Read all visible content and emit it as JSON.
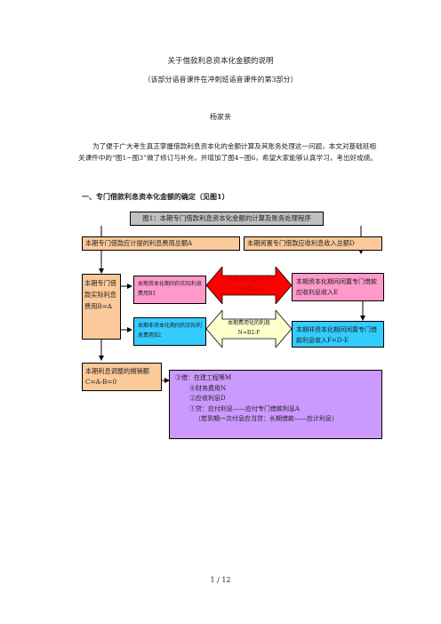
{
  "doc": {
    "title": "关于借款利息资本化金额的说明",
    "subtitle": "（该部分语音课件在冲刺班语音课件的第3部分）",
    "author": "杨家亲",
    "paragraph": "为了便于广大考生真正掌握借款利息资本化的金额计算及其账务处理这一问题，本文对基础班相关课件中的“图1~图3”做了修订与补充，并增加了图4~图6，希望大家能够认真学习，考出好成绩。",
    "section_heading": "一、专门借款利息资本化金额的确定（见图1）",
    "page_number": "1 / 12"
  },
  "diagram": {
    "header": "图1：本期专门借款利息资本化金额的计算及账务处理程序",
    "box_a": "本期专门借款应计提的利息费用总额A",
    "box_d": "本期闲置专门借款应收利息收入总额D",
    "box_left": "本期专门借款实际利息费用B=A",
    "box_b1": "本期资本化期间的实际利息费用B1",
    "box_b2": "本期非资本化期间的实际利息费用B2",
    "arrow_top_line1": "本期资本化的利息",
    "arrow_top_line2": "M=B1-E",
    "arrow_bottom_line1": "本期费用化的利息",
    "arrow_bottom_line2": "N=B2-F",
    "box_e": "本期资本化期间闲置专门借款应收利息收入E",
    "box_f": "本期非资本化期间闲置专门借款利息收入F=D-E",
    "box_c": "本期利息调整的摊销额C=A-B=0",
    "entry": {
      "l1": "③借：在建工程等M",
      "l2": "④财务费用N",
      "l3": "②应收利息D",
      "l4": "①贷：应付利息——应付专门借款利息A",
      "l5": "（若到期一次付息应当贷：长期借款——应计利息）"
    }
  },
  "colors": {
    "header_fill": "#c0c0c0",
    "orange": "#fcc99a",
    "pink": "#ff99cc",
    "red": "#ff0000",
    "cyan": "#33ccff",
    "yellow": "#ffffcc",
    "lavender": "#cc99ff"
  }
}
